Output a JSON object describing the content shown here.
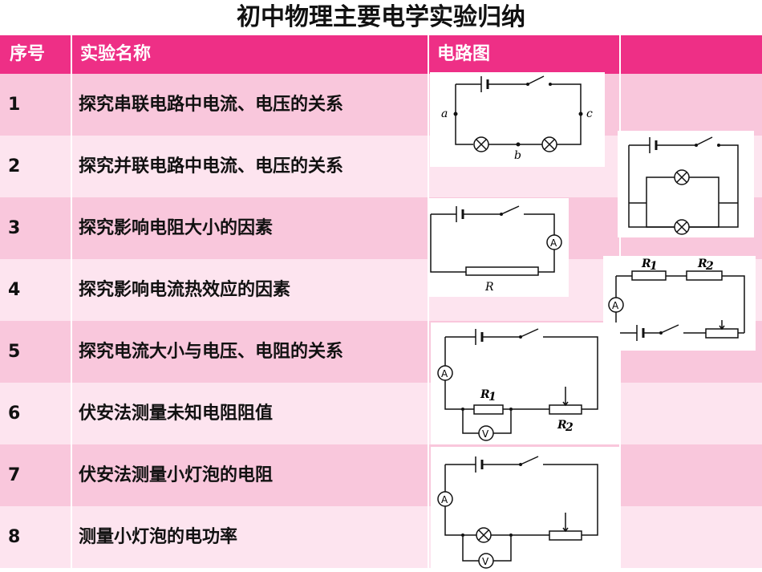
{
  "title": "初中物理主要电学实验归纳",
  "header": {
    "no": "序号",
    "name": "实验名称",
    "diagram": "电路图"
  },
  "rows": [
    {
      "no": "1",
      "name": "探究串联电路中电流、电压的关系"
    },
    {
      "no": "2",
      "name": "探究并联电路中电流、电压的关系"
    },
    {
      "no": "3",
      "name": "探究影响电阻大小的因素"
    },
    {
      "no": "4",
      "name": "探究影响电流热效应的因素"
    },
    {
      "no": "5",
      "name": "探究电流大小与电压、电阻的关系"
    },
    {
      "no": "6",
      "name": "伏安法测量未知电阻阻值"
    },
    {
      "no": "7",
      "name": "伏安法测量小灯泡的电阻"
    },
    {
      "no": "8",
      "name": "测量小灯泡的电功率"
    }
  ],
  "diagrams": {
    "series": {
      "a": "a",
      "b": "b",
      "c": "c"
    },
    "resistance": {
      "r": "R",
      "ammeter": "A"
    },
    "heat": {
      "r1": "R",
      "r1sub": "1",
      "r2": "R",
      "r2sub": "2",
      "ammeter": "A"
    },
    "ohm": {
      "r1": "R",
      "r1sub": "1",
      "r2": "R",
      "r2sub": "2",
      "ammeter": "A",
      "voltmeter": "V"
    },
    "lamp": {
      "ammeter": "A",
      "voltmeter": "V"
    }
  },
  "colors": {
    "header": "#ee2f86",
    "row_dark": "#f9c7dc",
    "row_light": "#fde4ef"
  }
}
